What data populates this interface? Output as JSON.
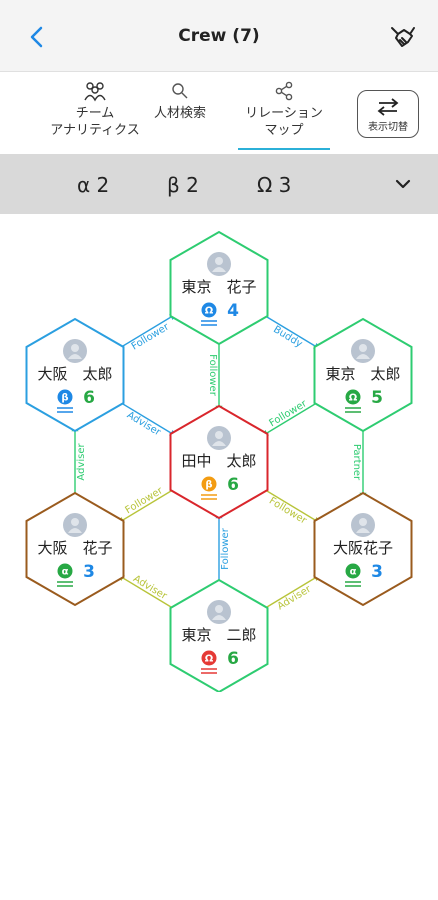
{
  "header": {
    "title": "Crew (7)",
    "back_icon": "chevron-left-icon",
    "action_icon": "handshake-icon"
  },
  "tabs": [
    {
      "line1": "チーム",
      "line2": "アナリティクス",
      "icon": "team-icon"
    },
    {
      "line1": "人材検索",
      "line2": "",
      "icon": "search-icon"
    },
    {
      "line1": "リレーション",
      "line2": "マップ",
      "icon": "share-icon",
      "active": true
    }
  ],
  "switch_button": {
    "label": "表示切替",
    "icon": "swap-arrows-icon"
  },
  "filter": {
    "items": [
      "α 2",
      "β 2",
      "Ω 3"
    ],
    "dropdown_icon": "chevron-down-icon"
  },
  "nodes": [
    {
      "id": "top",
      "line1": "東京",
      "line2": "花子",
      "badge": "Ω",
      "score": "4",
      "border": "#2ecc71",
      "badge_color": "#1e88e5",
      "score_color": "#1e88e5"
    },
    {
      "id": "ul",
      "line1": "大阪",
      "line2": "太郎",
      "badge": "β",
      "score": "6",
      "border": "#2b9fe0",
      "badge_color": "#1e88e5",
      "score_color": "#27a844"
    },
    {
      "id": "ur",
      "line1": "東京",
      "line2": "太郎",
      "badge": "Ω",
      "score": "5",
      "border": "#2ecc71",
      "badge_color": "#27a844",
      "score_color": "#27a844"
    },
    {
      "id": "center",
      "line1": "田中",
      "line2": "太郎",
      "badge": "β",
      "score": "6",
      "border": "#d9262c",
      "badge_color": "#f39c12",
      "score_color": "#27a844"
    },
    {
      "id": "ll",
      "line1": "大阪",
      "line2": "花子",
      "badge": "α",
      "score": "3",
      "border": "#9a5b1e",
      "badge_color": "#27a844",
      "score_color": "#1e88e5"
    },
    {
      "id": "lr",
      "line1": "大阪花子",
      "line2": "",
      "badge": "α",
      "score": "3",
      "border": "#9a5b1e",
      "badge_color": "#27a844",
      "score_color": "#1e88e5"
    },
    {
      "id": "bottom",
      "line1": "東京",
      "line2": "二郎",
      "badge": "Ω",
      "score": "6",
      "border": "#2ecc71",
      "badge_color": "#e53935",
      "score_color": "#27a844"
    }
  ],
  "edges": [
    {
      "from": "ul",
      "to": "top",
      "label": "Follower",
      "color": "#2b9fe0"
    },
    {
      "from": "top",
      "to": "ur",
      "label": "Buddy",
      "color": "#2b9fe0"
    },
    {
      "from": "top",
      "to": "center",
      "label": "Follower",
      "color": "#2ecc71"
    },
    {
      "from": "ul",
      "to": "center",
      "label": "Adviser",
      "color": "#2b9fe0"
    },
    {
      "from": "ur",
      "to": "center",
      "label": "Follower",
      "color": "#2ecc71"
    },
    {
      "from": "ll",
      "to": "ul",
      "label": "Adviser",
      "color": "#2ecc71"
    },
    {
      "from": "ur",
      "to": "lr",
      "label": "Partner",
      "color": "#2ecc71"
    },
    {
      "from": "center",
      "to": "ll",
      "label": "Follower",
      "color": "#b8c43a"
    },
    {
      "from": "center",
      "to": "lr",
      "label": "Follower",
      "color": "#b8c43a"
    },
    {
      "from": "bottom",
      "to": "center",
      "label": "Follower",
      "color": "#2b9fe0"
    },
    {
      "from": "bottom",
      "to": "ll",
      "label": "Adviser",
      "color": "#b8c43a"
    },
    {
      "from": "bottom",
      "to": "lr",
      "label": "Adviser",
      "color": "#b8c43a"
    }
  ]
}
